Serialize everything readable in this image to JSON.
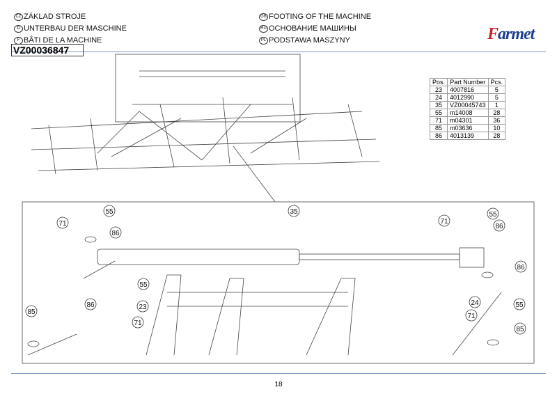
{
  "header": {
    "titles_left": [
      {
        "flag": "CZ",
        "text": "ZÁKLAD STROJE"
      },
      {
        "flag": "D",
        "text": "UNTERBAU DER MASCHINE"
      },
      {
        "flag": "F",
        "text": "BÂTI DE LA MACHINE"
      }
    ],
    "titles_right": [
      {
        "flag": "GB",
        "text": "FOOTING OF THE MACHINE"
      },
      {
        "flag": "RU",
        "text": "ОСНОВАНИЕ МАШИНЫ"
      },
      {
        "flag": "PL",
        "text": "PODSTAWA MASZYNY"
      }
    ],
    "code": "VZ00036847",
    "logo": "Farmet"
  },
  "parts_table": {
    "headers": [
      "Pos.",
      "Part Number",
      "Pcs."
    ],
    "rows": [
      [
        "23",
        "4007816",
        "5"
      ],
      [
        "24",
        "4012990",
        "5"
      ],
      [
        "35",
        "VZ00045743",
        "1"
      ],
      [
        "55",
        "m14008",
        "28"
      ],
      [
        "71",
        "m04301",
        "36"
      ],
      [
        "85",
        "m03636",
        "10"
      ],
      [
        "86",
        "4013139",
        "28"
      ]
    ]
  },
  "callouts": [
    "55",
    "71",
    "86",
    "35",
    "55",
    "86",
    "23",
    "71",
    "85",
    "55",
    "71",
    "86",
    "86",
    "24",
    "55",
    "71",
    "85"
  ],
  "page_number": "18"
}
